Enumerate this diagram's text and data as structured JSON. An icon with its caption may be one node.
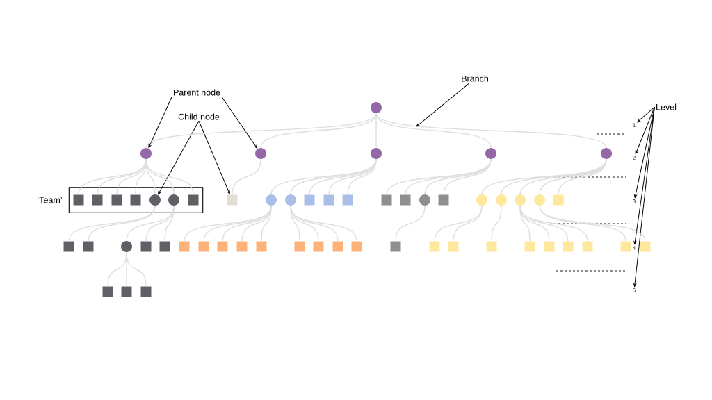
{
  "diagram": {
    "nodes": [
      {
        "text": [
          "Parent node"
        ]
      },
      {
        "text": [
          "Branch"
        ]
      },
      {
        "text": [
          "Child node"
        ]
      },
      {
        "text": [
          "Level"
        ]
      },
      {
        "text": [
          "‘Team’"
        ]
      },
      {
        "text": [
          "1"
        ]
      },
      {
        "text": [
          "2"
        ]
      },
      {
        "text": [
          "3"
        ]
      },
      {
        "text": [
          "4"
        ]
      },
      {
        "text": [
          "5"
        ]
      },
      {
        "text": [],
        "shape": "circle"
      },
      {
        "text": [],
        "shape": "circle"
      },
      {
        "text": [],
        "shape": "circle"
      },
      {
        "text": [],
        "shape": "circle"
      },
      {
        "text": [],
        "shape": "circle"
      },
      {
        "text": [],
        "shape": "circle"
      },
      {
        "text": [],
        "shape": "box",
        "in": 4
      },
      {
        "text": [],
        "shape": "box",
        "in": 4
      },
      {
        "text": [],
        "shape": "box",
        "in": 4
      },
      {
        "text": [],
        "shape": "box",
        "in": 4
      },
      {
        "text": [],
        "shape": "circle",
        "in": 4
      },
      {
        "text": [],
        "shape": "circle",
        "in": 4
      },
      {
        "text": [],
        "shape": "box",
        "in": 4
      },
      {
        "text": [],
        "shape": "box"
      },
      {
        "text": [],
        "shape": "circle"
      },
      {
        "text": [],
        "shape": "circle"
      },
      {
        "text": [],
        "shape": "box"
      },
      {
        "text": [],
        "shape": "box"
      },
      {
        "text": [],
        "shape": "box"
      },
      {
        "text": [],
        "shape": "box"
      },
      {
        "text": [],
        "shape": "box"
      },
      {
        "text": [],
        "shape": "circle"
      },
      {
        "text": [],
        "shape": "box"
      },
      {
        "text": [],
        "shape": "circle"
      },
      {
        "text": [],
        "shape": "circle"
      },
      {
        "text": [],
        "shape": "circle"
      },
      {
        "text": [],
        "shape": "circle"
      },
      {
        "text": [],
        "shape": "box"
      },
      {
        "text": [],
        "shape": "box"
      },
      {
        "text": [],
        "shape": "box"
      },
      {
        "text": [],
        "shape": "circle"
      },
      {
        "text": [],
        "shape": "box"
      },
      {
        "text": [],
        "shape": "box"
      },
      {
        "text": [],
        "shape": "box"
      },
      {
        "text": [],
        "shape": "box"
      },
      {
        "text": [],
        "shape": "box"
      },
      {
        "text": [],
        "shape": "box"
      },
      {
        "text": [],
        "shape": "box"
      },
      {
        "text": [],
        "shape": "box"
      },
      {
        "text": [],
        "shape": "box"
      },
      {
        "text": [],
        "shape": "box"
      },
      {
        "text": [],
        "shape": "box"
      },
      {
        "text": [],
        "shape": "box"
      },
      {
        "text": [],
        "shape": "box"
      },
      {
        "text": [],
        "shape": "box"
      },
      {
        "text": [],
        "shape": "box"
      },
      {
        "text": [],
        "shape": "box"
      },
      {
        "text": [],
        "shape": "box"
      },
      {
        "text": [],
        "shape": "box"
      },
      {
        "text": [],
        "shape": "box"
      },
      {
        "text": [],
        "shape": "box"
      },
      {
        "text": [],
        "shape": "box"
      },
      {
        "text": [],
        "shape": "box"
      },
      {
        "text": [],
        "shape": "box"
      },
      {
        "text": [],
        "shape": "box"
      }
    ],
    "edges": [
      {
        "from": 0,
        "to": 11,
        "arrow": "to",
        "color": "#000000"
      },
      {
        "from": 0,
        "to": 12,
        "arrow": "to",
        "color": "#000000"
      },
      {
        "from": 2,
        "to": 20,
        "arrow": "to",
        "color": "#000000"
      },
      {
        "from": 2,
        "to": 23,
        "arrow": "to",
        "color": "#000000"
      },
      {
        "from": 1,
        "to": null,
        "arrow": "to",
        "color": "#000000"
      },
      {
        "from": 3,
        "to": 5,
        "arrow": "to",
        "color": "#000000"
      },
      {
        "from": 3,
        "to": 6,
        "arrow": "to",
        "color": "#000000"
      },
      {
        "from": 3,
        "to": 7,
        "arrow": "to",
        "color": "#000000"
      },
      {
        "from": 3,
        "to": 8,
        "arrow": "to",
        "color": "#000000"
      },
      {
        "from": 3,
        "to": 9,
        "arrow": "to",
        "color": "#000000"
      },
      {
        "from": 10,
        "to": 11,
        "arrow": "none"
      },
      {
        "from": 10,
        "to": 12,
        "arrow": "none"
      },
      {
        "from": 10,
        "to": 13,
        "arrow": "none"
      },
      {
        "from": 10,
        "to": 14,
        "arrow": "none"
      },
      {
        "from": 10,
        "to": 15,
        "arrow": "none"
      },
      {
        "from": 11,
        "to": 16,
        "arrow": "none"
      },
      {
        "from": 11,
        "to": 17,
        "arrow": "none"
      },
      {
        "from": 11,
        "to": 18,
        "arrow": "none"
      },
      {
        "from": 11,
        "to": 19,
        "arrow": "none"
      },
      {
        "from": 11,
        "to": 20,
        "arrow": "none"
      },
      {
        "from": 11,
        "to": 21,
        "arrow": "none"
      },
      {
        "from": 11,
        "to": 22,
        "arrow": "none"
      },
      {
        "from": 12,
        "to": 23,
        "arrow": "none"
      },
      {
        "from": 13,
        "to": 24,
        "arrow": "none"
      },
      {
        "from": 13,
        "to": 25,
        "arrow": "none"
      },
      {
        "from": 13,
        "to": 26,
        "arrow": "none"
      },
      {
        "from": 13,
        "to": 27,
        "arrow": "none"
      },
      {
        "from": 13,
        "to": 28,
        "arrow": "none"
      },
      {
        "from": 14,
        "to": 29,
        "arrow": "none"
      },
      {
        "from": 14,
        "to": 30,
        "arrow": "none"
      },
      {
        "from": 14,
        "to": 31,
        "arrow": "none"
      },
      {
        "from": 14,
        "to": 32,
        "arrow": "none"
      },
      {
        "from": 15,
        "to": 33,
        "arrow": "none"
      },
      {
        "from": 15,
        "to": 34,
        "arrow": "none"
      },
      {
        "from": 15,
        "to": 35,
        "arrow": "none"
      },
      {
        "from": 15,
        "to": 36,
        "arrow": "none"
      },
      {
        "from": 15,
        "to": 37,
        "arrow": "none"
      },
      {
        "from": 20,
        "to": 38,
        "arrow": "none"
      },
      {
        "from": 20,
        "to": 39,
        "arrow": "none"
      },
      {
        "from": 21,
        "to": 40,
        "arrow": "none"
      },
      {
        "from": 21,
        "to": 41,
        "arrow": "none"
      },
      {
        "from": 21,
        "to": 42,
        "arrow": "none"
      },
      {
        "from": 40,
        "to": 62,
        "arrow": "none"
      },
      {
        "from": 40,
        "to": 63,
        "arrow": "none"
      },
      {
        "from": 40,
        "to": 64,
        "arrow": "none"
      },
      {
        "from": 24,
        "to": 43,
        "arrow": "none"
      },
      {
        "from": 24,
        "to": 44,
        "arrow": "none"
      },
      {
        "from": 24,
        "to": 45,
        "arrow": "none"
      },
      {
        "from": 24,
        "to": 46,
        "arrow": "none"
      },
      {
        "from": 24,
        "to": 47,
        "arrow": "none"
      },
      {
        "from": 25,
        "to": 48,
        "arrow": "none"
      },
      {
        "from": 25,
        "to": 49,
        "arrow": "none"
      },
      {
        "from": 25,
        "to": 50,
        "arrow": "none"
      },
      {
        "from": 25,
        "to": 51,
        "arrow": "none"
      },
      {
        "from": 31,
        "to": 52,
        "arrow": "none"
      },
      {
        "from": 33,
        "to": 53,
        "arrow": "none"
      },
      {
        "from": 33,
        "to": 54,
        "arrow": "none"
      },
      {
        "from": 34,
        "to": 55,
        "arrow": "none"
      },
      {
        "from": 35,
        "to": 56,
        "arrow": "none"
      },
      {
        "from": 35,
        "to": 57,
        "arrow": "none"
      },
      {
        "from": 35,
        "to": 58,
        "arrow": "none"
      },
      {
        "from": 35,
        "to": 59,
        "arrow": "none"
      },
      {
        "from": 36,
        "to": 60,
        "arrow": "none"
      },
      {
        "from": 36,
        "to": 61,
        "arrow": "none"
      }
    ]
  }
}
